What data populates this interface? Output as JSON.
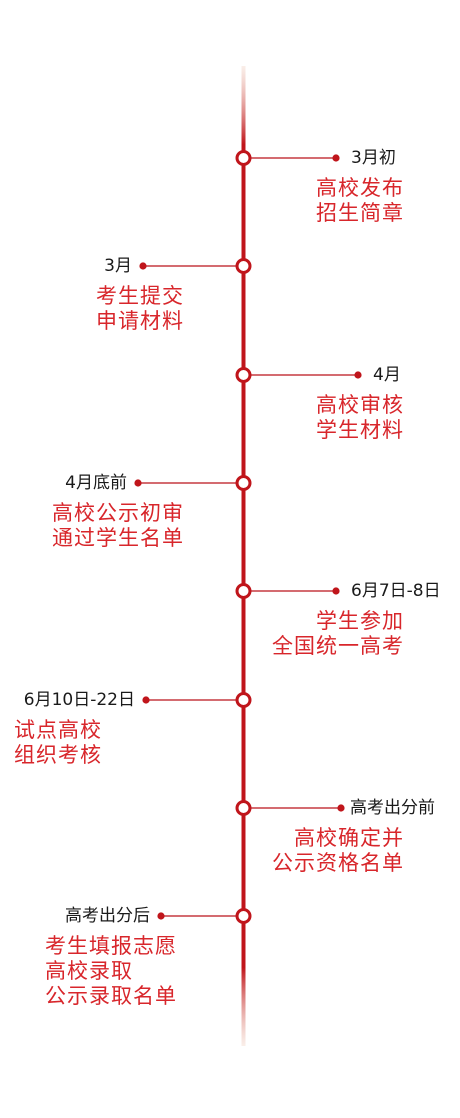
{
  "colors": {
    "line": "#c0151b",
    "connector": "#c53a40",
    "text_date": "#1a1a1a",
    "text_desc": "#d8262b"
  },
  "events": [
    {
      "date": "3月初",
      "lines": [
        "高校发布",
        "招生简章"
      ]
    },
    {
      "date": "3月",
      "lines": [
        "考生提交",
        "申请材料"
      ]
    },
    {
      "date": "4月",
      "lines": [
        "高校审核",
        "学生材料"
      ]
    },
    {
      "date": "4月底前",
      "lines": [
        "高校公示初审",
        "通过学生名单"
      ]
    },
    {
      "date": "6月7日-8日",
      "lines": [
        "学生参加",
        "全国统一高考"
      ]
    },
    {
      "date": "6月10日-22日",
      "lines": [
        "试点高校",
        "组织考核"
      ]
    },
    {
      "date": "高考出分前",
      "lines": [
        "高校确定并",
        "公示资格名单"
      ]
    },
    {
      "date": "高考出分后",
      "lines": [
        "考生填报志愿",
        "高校录取",
        "公示录取名单"
      ]
    }
  ]
}
